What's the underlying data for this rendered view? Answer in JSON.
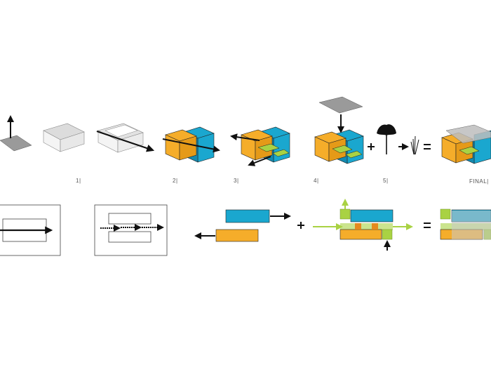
{
  "colors": {
    "orange": "#f5ad2a",
    "blue": "#1aa7cf",
    "green": "#a9d243",
    "gray_plane": "#9a9a9a",
    "black": "#111111",
    "stroke": "#222222"
  },
  "step_labels": [
    "1|",
    "2|",
    "3|",
    "4|",
    "5|",
    "FINAL|"
  ],
  "operators": {
    "plus": "+",
    "arrow": "→",
    "equals": "="
  }
}
